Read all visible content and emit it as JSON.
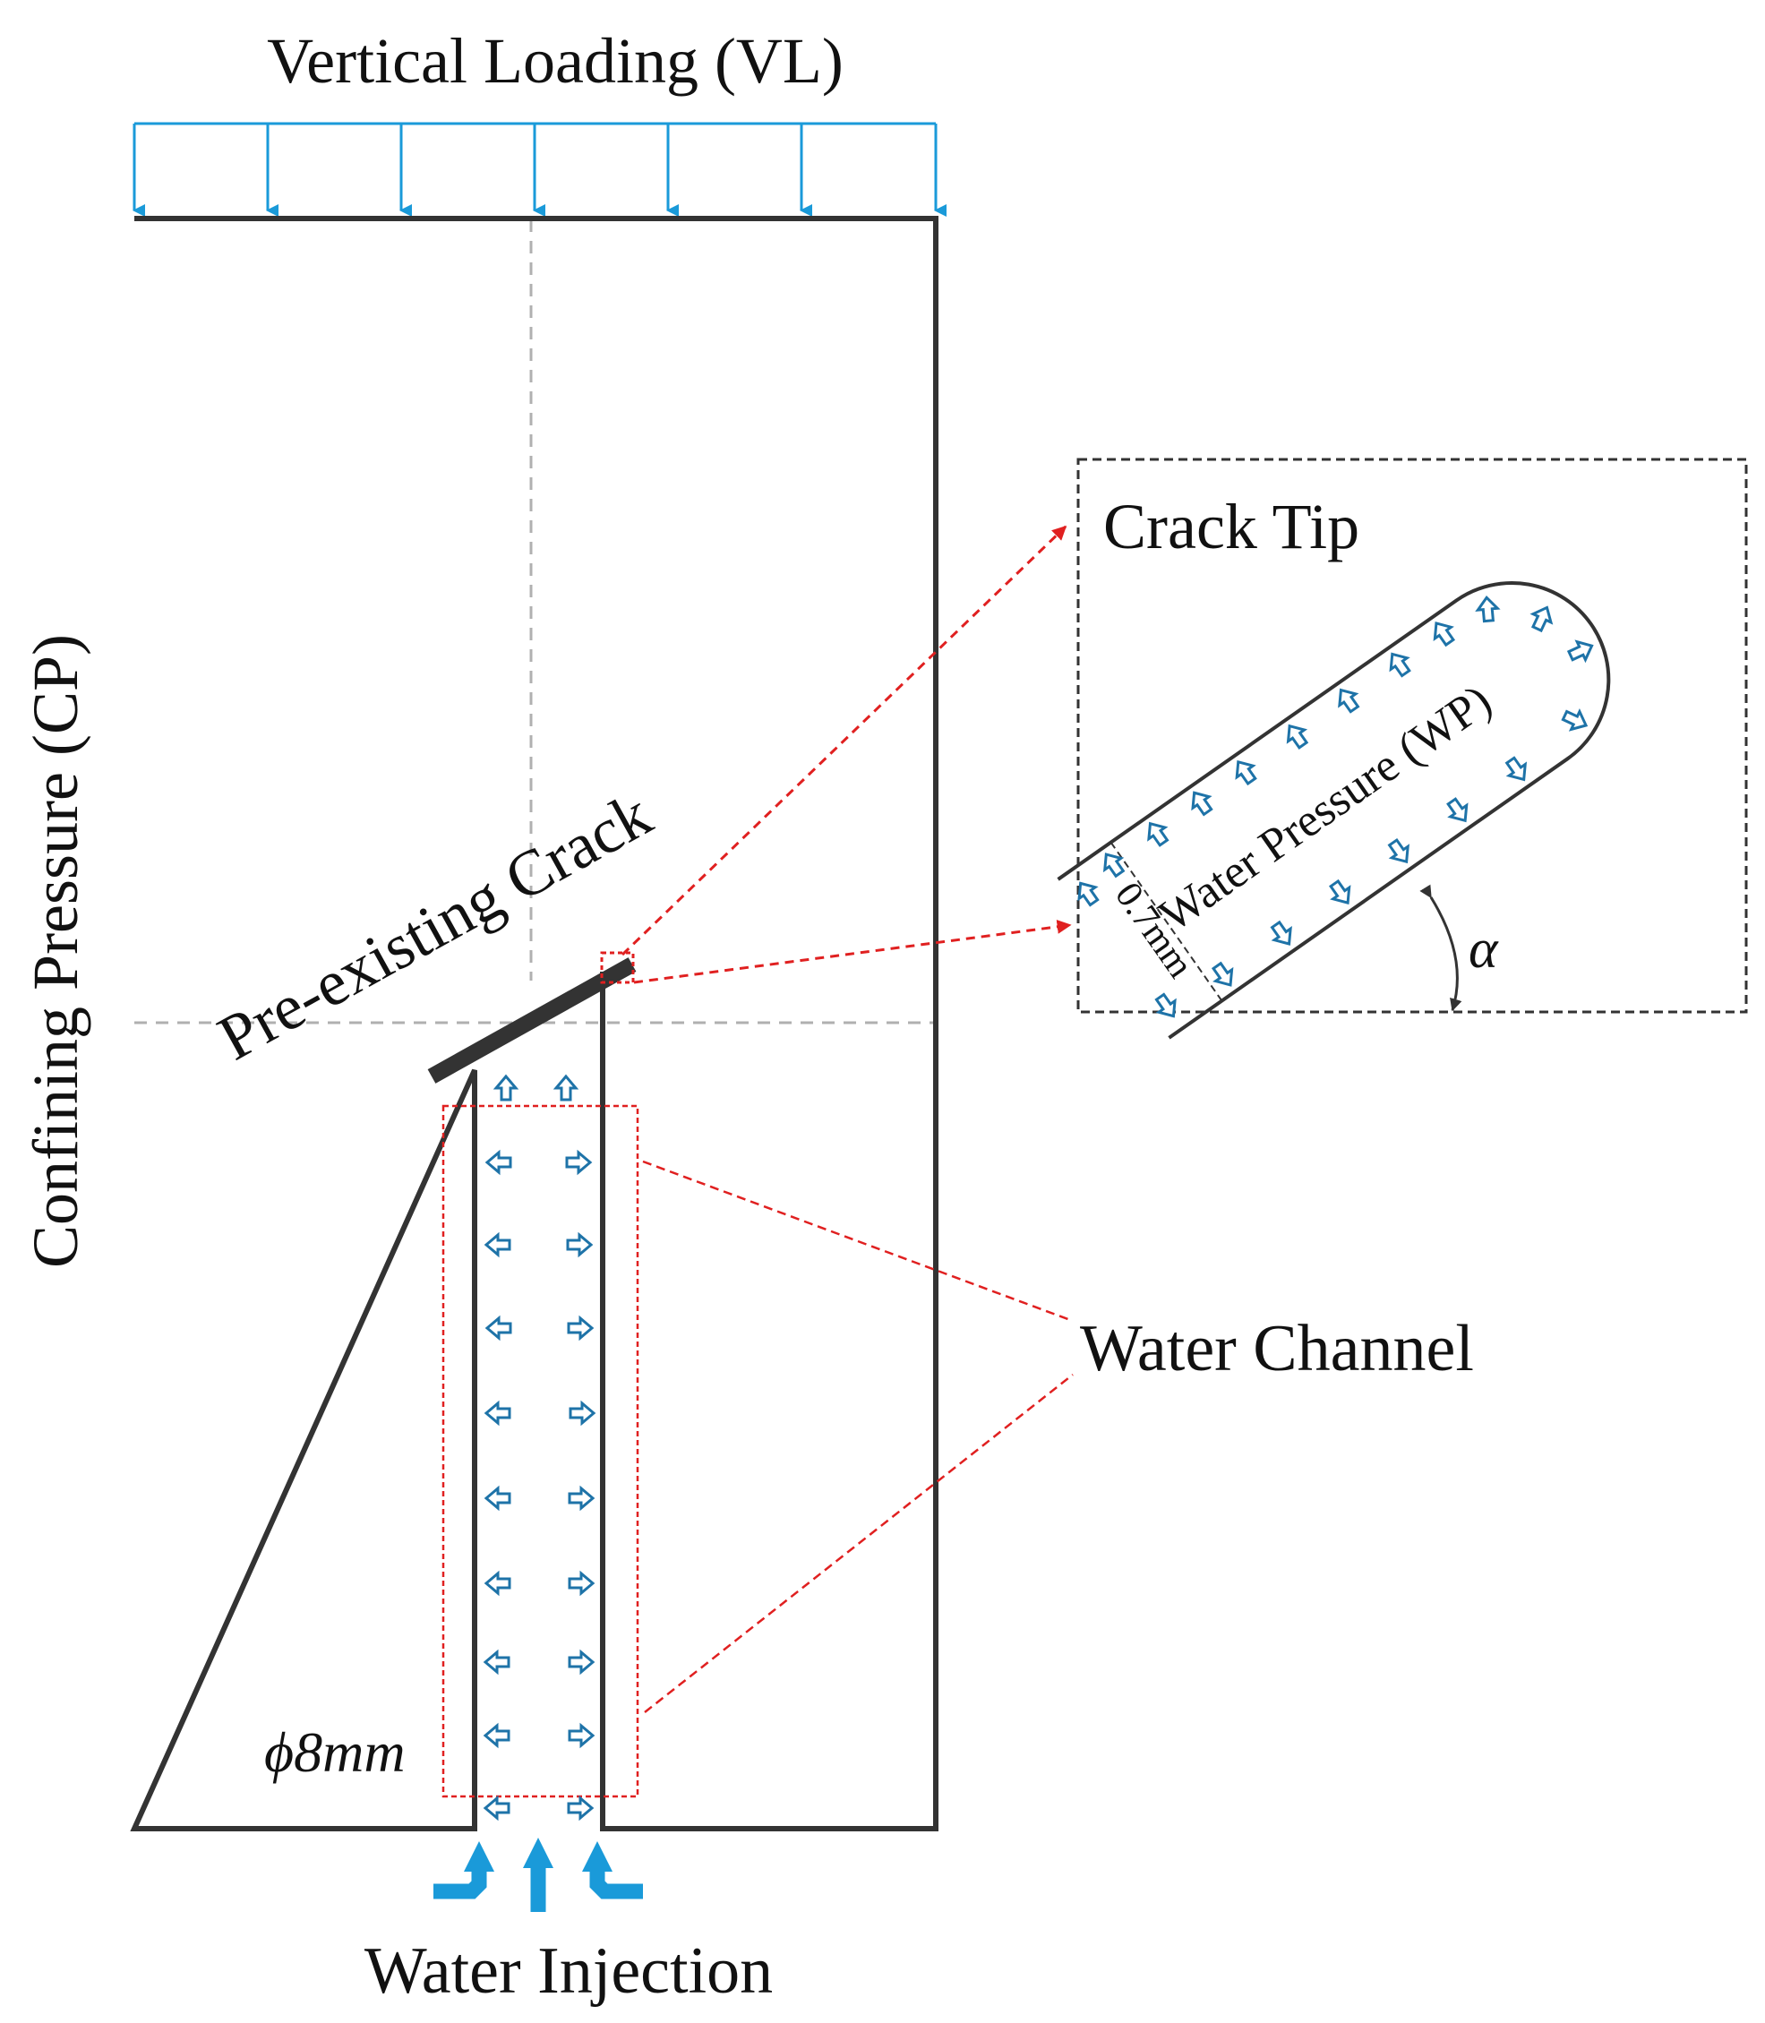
{
  "labels": {
    "vertical_loading": "Vertical Loading (VL)",
    "confining_pressure": "Confining Pressure (CP)",
    "pre_existing_crack": "Pre-existing Crack",
    "crack_tip": "Crack Tip",
    "water_pressure": "Water Pressure (WP)",
    "crack_width": "0.7mm",
    "alpha": "α",
    "water_channel": "Water Channel",
    "diameter": "ϕ8mm",
    "water_injection": "Water Injection"
  },
  "colors": {
    "outline": "#333333",
    "load_arrow": "#1a9ad9",
    "pressure_arrow": "#1e73a8",
    "callout": "#e02020",
    "guide": "#b0b0b0"
  }
}
